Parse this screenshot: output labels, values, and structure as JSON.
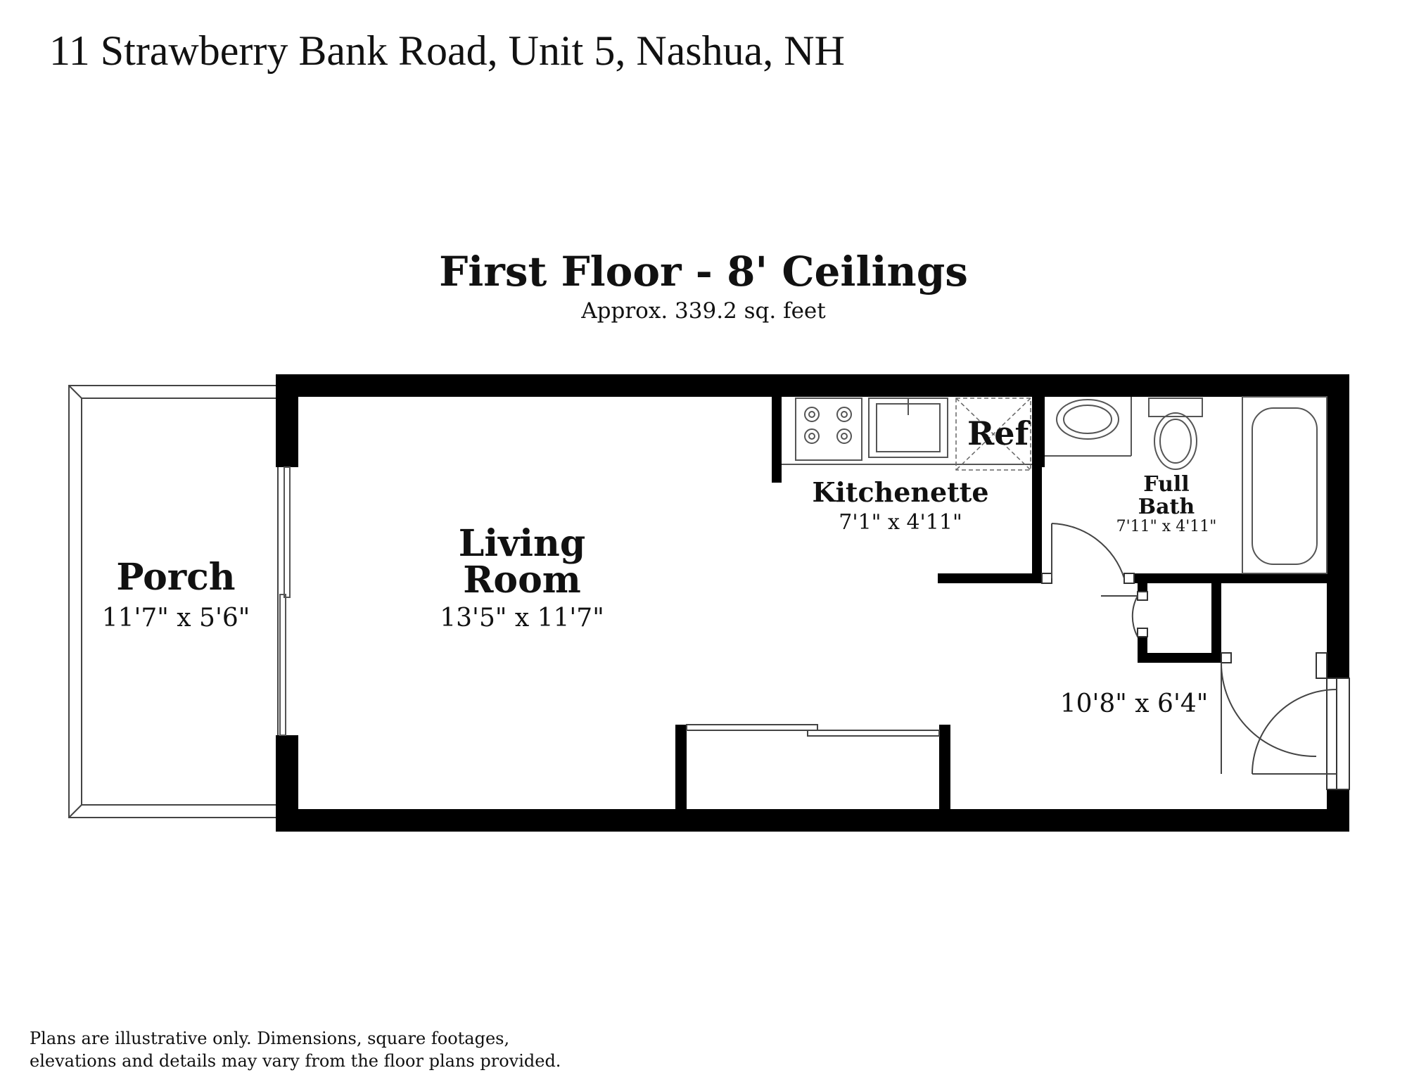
{
  "address": "11 Strawberry Bank Road, Unit 5, Nashua, NH",
  "floor": {
    "title": "First Floor - 8' Ceilings",
    "area": "Approx. 339.2 sq. feet"
  },
  "rooms": {
    "porch": {
      "name": "Porch",
      "dims": "11'7\" x 5'6\""
    },
    "living": {
      "name_line1": "Living",
      "name_line2": "Room",
      "dims": "13'5\" x 11'7\""
    },
    "kitchen": {
      "name": "Kitchenette",
      "dims": "7'1\" x 4'11\""
    },
    "refrigerator": {
      "label": "Ref"
    },
    "bath": {
      "name_line1": "Full",
      "name_line2": "Bath",
      "dims": "7'11\" x 4'11\""
    },
    "entry": {
      "dims": "10'8\" x 6'4\""
    }
  },
  "disclaimer": {
    "line1": "Plans are illustrative only. Dimensions, square footages,",
    "line2": "elevations and details may vary from the floor plans provided."
  }
}
